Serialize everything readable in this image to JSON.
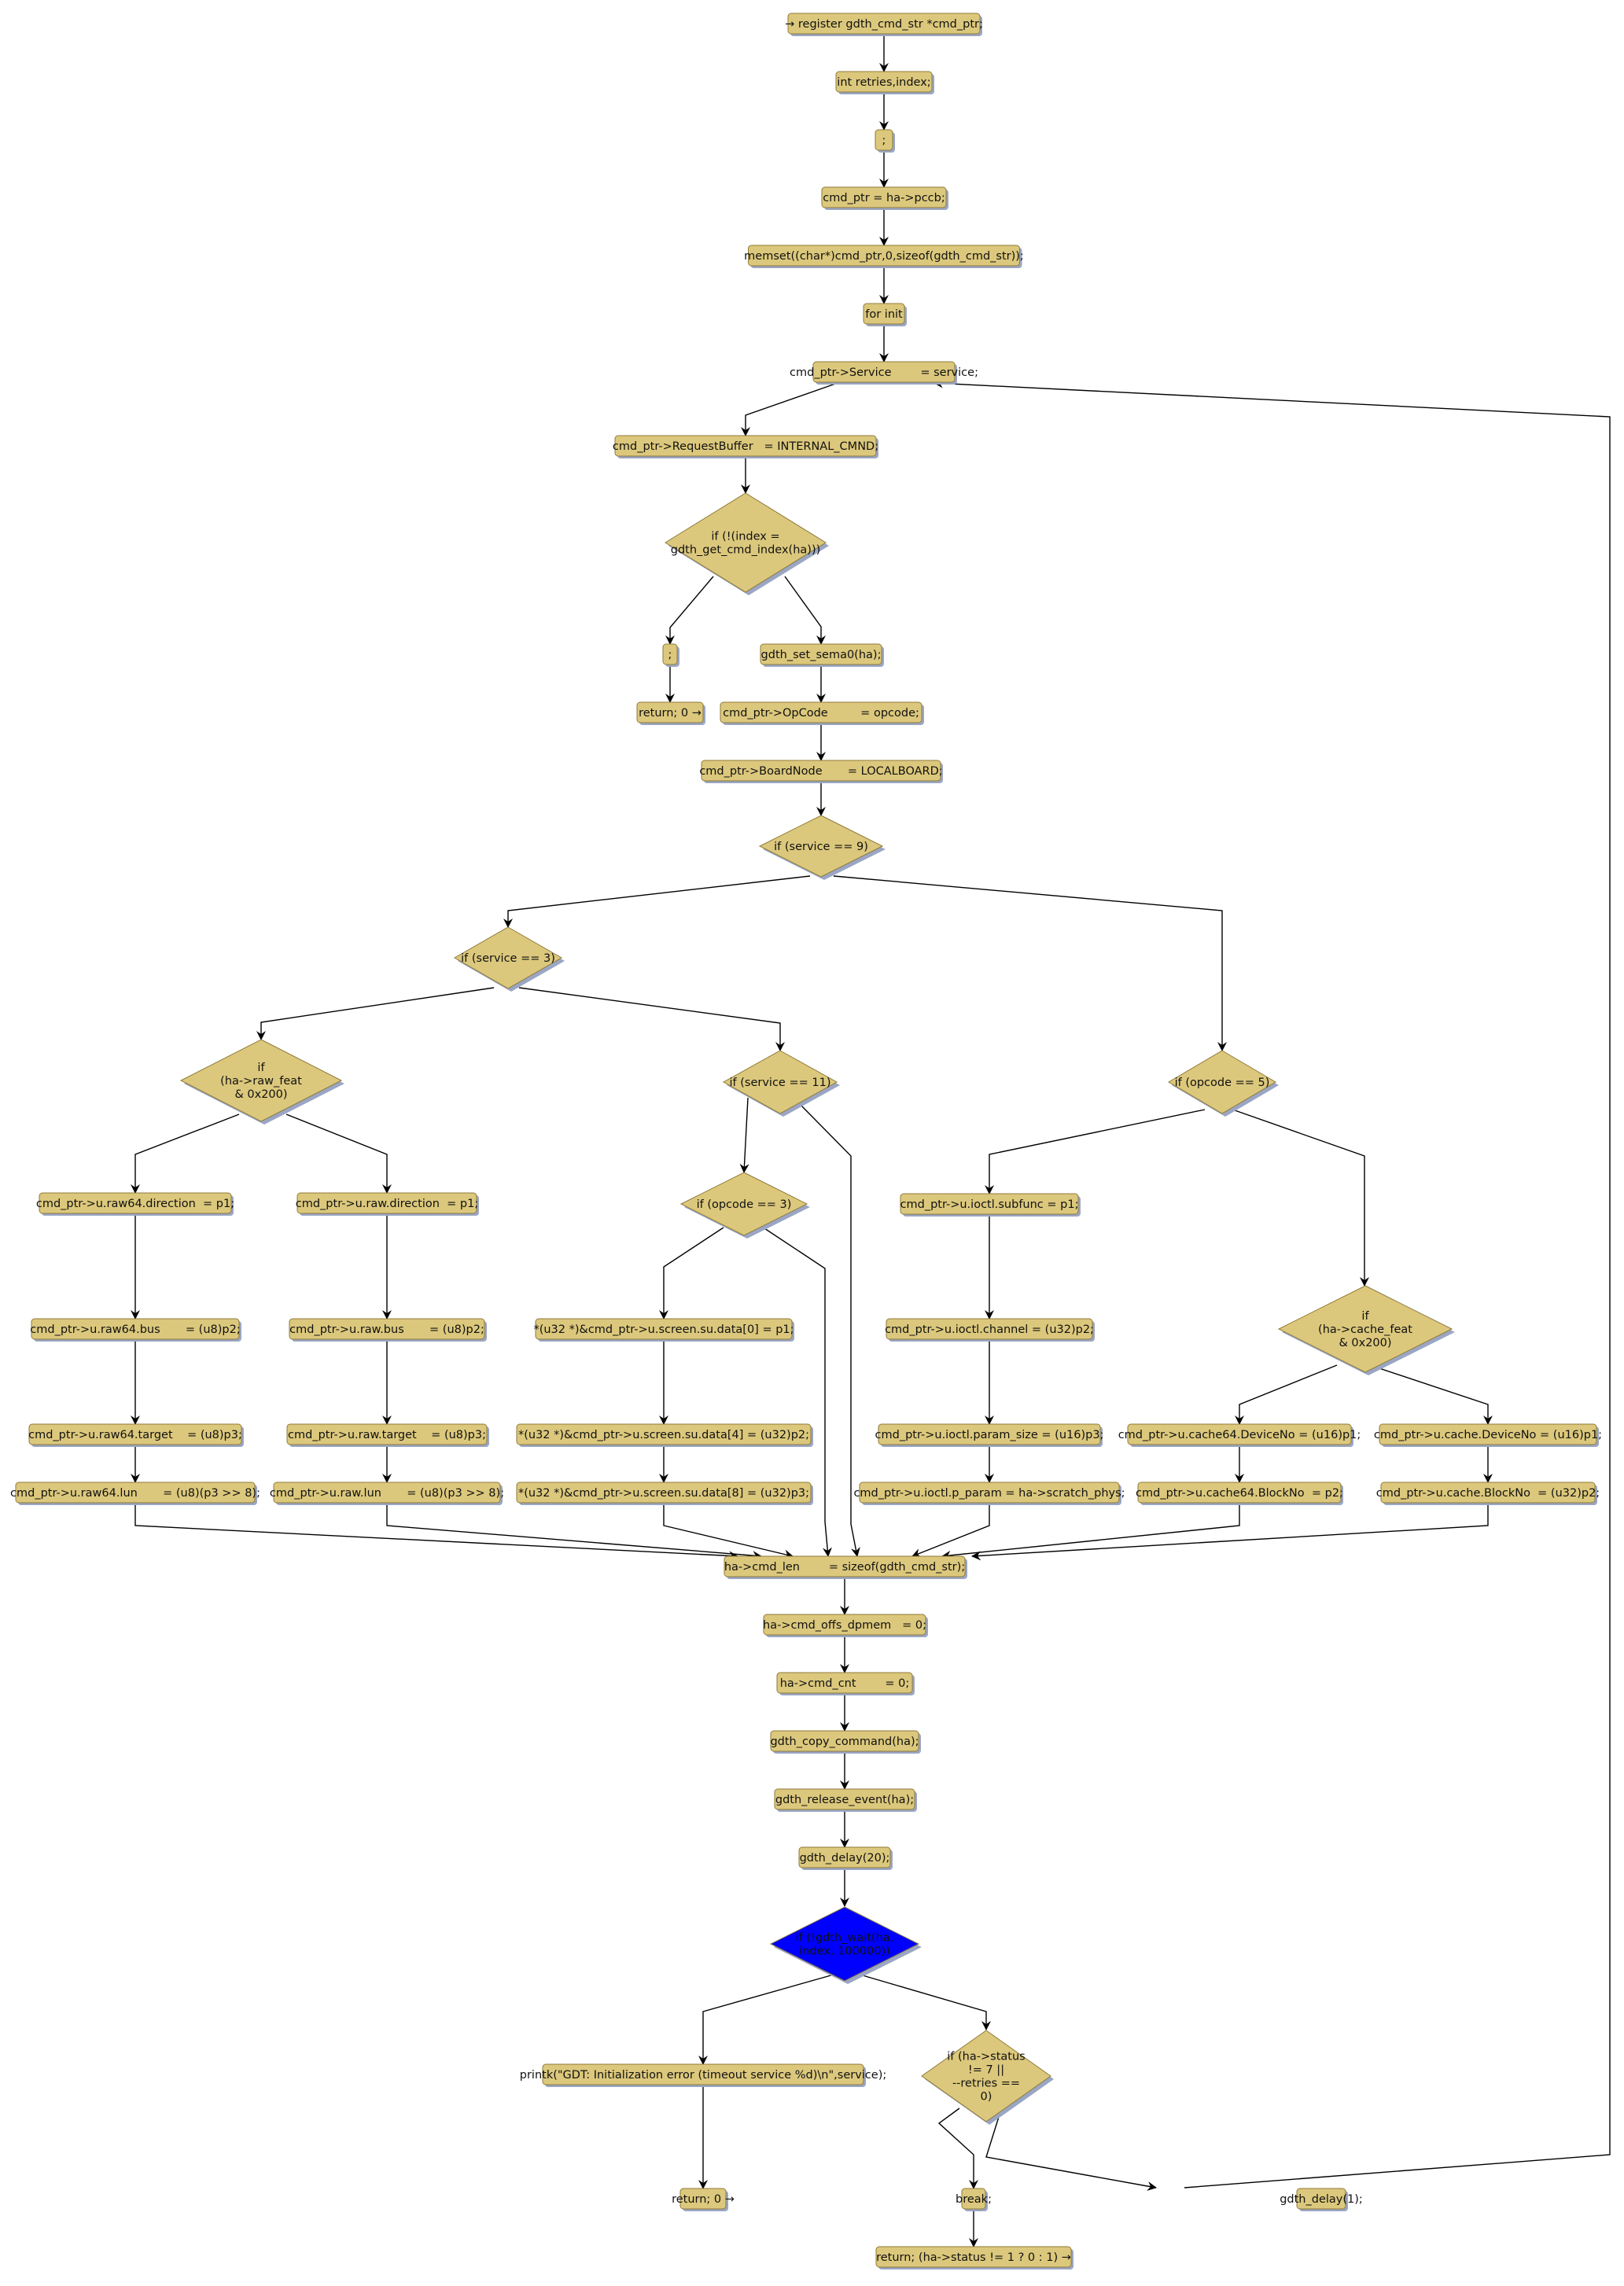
{
  "diagram": {
    "title": "gdth internal command flowchart",
    "colors": {
      "node_fill": "#dcc87c",
      "node_border": "#8f7a3a",
      "shadow": "#9aa6c4",
      "edge": "#000000",
      "highlight_fill": "#0000ff"
    },
    "nodes": [
      {
        "id": "n1",
        "type": "process",
        "lines": [
          "→ register gdth_cmd_str *cmd_ptr;"
        ]
      },
      {
        "id": "n2",
        "type": "process",
        "lines": [
          "int retries,index;"
        ]
      },
      {
        "id": "n3",
        "type": "process",
        "lines": [
          ";"
        ]
      },
      {
        "id": "n4",
        "type": "process",
        "lines": [
          "cmd_ptr = ha->pccb;"
        ]
      },
      {
        "id": "n5",
        "type": "process",
        "lines": [
          "memset((char*)cmd_ptr,0,sizeof(gdth_cmd_str));"
        ]
      },
      {
        "id": "n6",
        "type": "process",
        "lines": [
          "for init"
        ]
      },
      {
        "id": "n7",
        "type": "process",
        "lines": [
          "cmd_ptr->Service        = service;"
        ]
      },
      {
        "id": "n8",
        "type": "process",
        "lines": [
          "cmd_ptr->RequestBuffer   = INTERNAL_CMND;"
        ]
      },
      {
        "id": "d1",
        "type": "decision",
        "lines": [
          "if (!(index =",
          "gdth_get_cmd_index(ha)))"
        ]
      },
      {
        "id": "n9",
        "type": "process",
        "lines": [
          ";"
        ]
      },
      {
        "id": "n10",
        "type": "terminal",
        "lines": [
          "return; 0 →"
        ]
      },
      {
        "id": "n11",
        "type": "process",
        "lines": [
          "gdth_set_sema0(ha);"
        ]
      },
      {
        "id": "n12",
        "type": "process",
        "lines": [
          "cmd_ptr->OpCode         = opcode;"
        ]
      },
      {
        "id": "n13",
        "type": "process",
        "lines": [
          "cmd_ptr->BoardNode       = LOCALBOARD;"
        ]
      },
      {
        "id": "d2",
        "type": "decision",
        "lines": [
          "if (service == 9)"
        ]
      },
      {
        "id": "d3",
        "type": "decision",
        "lines": [
          "if (service == 3)"
        ]
      },
      {
        "id": "d4",
        "type": "decision",
        "lines": [
          "if",
          "(ha->raw_feat",
          "& 0x200)"
        ]
      },
      {
        "id": "n14",
        "type": "process",
        "lines": [
          "cmd_ptr->u.raw64.direction  = p1;"
        ]
      },
      {
        "id": "n15",
        "type": "process",
        "lines": [
          "cmd_ptr->u.raw64.bus       = (u8)p2;"
        ]
      },
      {
        "id": "n16",
        "type": "process",
        "lines": [
          "cmd_ptr->u.raw64.target    = (u8)p3;"
        ]
      },
      {
        "id": "n17",
        "type": "process",
        "lines": [
          "cmd_ptr->u.raw64.lun       = (u8)(p3 >> 8);"
        ]
      },
      {
        "id": "n18",
        "type": "process",
        "lines": [
          "cmd_ptr->u.raw.direction  = p1;"
        ]
      },
      {
        "id": "n19",
        "type": "process",
        "lines": [
          "cmd_ptr->u.raw.bus       = (u8)p2;"
        ]
      },
      {
        "id": "n20",
        "type": "process",
        "lines": [
          "cmd_ptr->u.raw.target    = (u8)p3;"
        ]
      },
      {
        "id": "n21",
        "type": "process",
        "lines": [
          "cmd_ptr->u.raw.lun       = (u8)(p3 >> 8);"
        ]
      },
      {
        "id": "d5",
        "type": "decision",
        "lines": [
          "if (service == 11)"
        ]
      },
      {
        "id": "d6",
        "type": "decision",
        "lines": [
          "if (opcode == 3)"
        ]
      },
      {
        "id": "n22",
        "type": "process",
        "lines": [
          "*(u32 *)&cmd_ptr->u.screen.su.data[0] = p1;"
        ]
      },
      {
        "id": "n23",
        "type": "process",
        "lines": [
          "*(u32 *)&cmd_ptr->u.screen.su.data[4] = (u32)p2;"
        ]
      },
      {
        "id": "n24",
        "type": "process",
        "lines": [
          "*(u32 *)&cmd_ptr->u.screen.su.data[8] = (u32)p3;"
        ]
      },
      {
        "id": "d7",
        "type": "decision",
        "lines": [
          "if (opcode == 5)"
        ]
      },
      {
        "id": "n25",
        "type": "process",
        "lines": [
          "cmd_ptr->u.ioctl.subfunc = p1;"
        ]
      },
      {
        "id": "n26",
        "type": "process",
        "lines": [
          "cmd_ptr->u.ioctl.channel = (u32)p2;"
        ]
      },
      {
        "id": "n27",
        "type": "process",
        "lines": [
          "cmd_ptr->u.ioctl.param_size = (u16)p3;"
        ]
      },
      {
        "id": "n28",
        "type": "process",
        "lines": [
          "cmd_ptr->u.ioctl.p_param = ha->scratch_phys;"
        ]
      },
      {
        "id": "d8",
        "type": "decision",
        "lines": [
          "if",
          "(ha->cache_feat",
          "& 0x200)"
        ]
      },
      {
        "id": "n29",
        "type": "process",
        "lines": [
          "cmd_ptr->u.cache64.DeviceNo = (u16)p1;"
        ]
      },
      {
        "id": "n30",
        "type": "process",
        "lines": [
          "cmd_ptr->u.cache64.BlockNo  = p2;"
        ]
      },
      {
        "id": "n31",
        "type": "process",
        "lines": [
          "cmd_ptr->u.cache.DeviceNo = (u16)p1;"
        ]
      },
      {
        "id": "n32",
        "type": "process",
        "lines": [
          "cmd_ptr->u.cache.BlockNo  = (u32)p2;"
        ]
      },
      {
        "id": "n33",
        "type": "process",
        "lines": [
          "ha->cmd_len        = sizeof(gdth_cmd_str);"
        ]
      },
      {
        "id": "n34",
        "type": "process",
        "lines": [
          "ha->cmd_offs_dpmem   = 0;"
        ]
      },
      {
        "id": "n35",
        "type": "process",
        "lines": [
          "ha->cmd_cnt        = 0;"
        ]
      },
      {
        "id": "n36",
        "type": "process",
        "lines": [
          "gdth_copy_command(ha);"
        ]
      },
      {
        "id": "n37",
        "type": "process",
        "lines": [
          "gdth_release_event(ha);"
        ]
      },
      {
        "id": "n38",
        "type": "process",
        "lines": [
          "gdth_delay(20);"
        ]
      },
      {
        "id": "d9",
        "type": "decision",
        "highlighted": true,
        "lines": [
          "if (!gdth_wait(ha,",
          "index, 100000))"
        ]
      },
      {
        "id": "n39",
        "type": "process",
        "lines": [
          "printk(\"GDT: Initialization error (timeout service %d)\\n\",service);"
        ]
      },
      {
        "id": "n40",
        "type": "terminal",
        "lines": [
          "return; 0 →"
        ]
      },
      {
        "id": "d10",
        "type": "decision",
        "lines": [
          "if (ha->status",
          "!= 7 ||",
          "--retries ==",
          "0)"
        ]
      },
      {
        "id": "n41",
        "type": "process",
        "lines": [
          "break;"
        ]
      },
      {
        "id": "n42",
        "type": "terminal",
        "lines": [
          "return; (ha->status != 1 ? 0 : 1) →"
        ]
      },
      {
        "id": "n43",
        "type": "process",
        "lines": [
          "gdth_delay(1);"
        ]
      }
    ],
    "edges": [
      [
        "n1",
        "n2"
      ],
      [
        "n2",
        "n3"
      ],
      [
        "n3",
        "n4"
      ],
      [
        "n4",
        "n5"
      ],
      [
        "n5",
        "n6"
      ],
      [
        "n6",
        "n7"
      ],
      [
        "n7",
        "n8"
      ],
      [
        "n8",
        "d1"
      ],
      [
        "d1",
        "n9"
      ],
      [
        "d1",
        "n11"
      ],
      [
        "n9",
        "n10"
      ],
      [
        "n11",
        "n12"
      ],
      [
        "n12",
        "n13"
      ],
      [
        "n13",
        "d2"
      ],
      [
        "d2",
        "d3"
      ],
      [
        "d2",
        "d7"
      ],
      [
        "d3",
        "d4"
      ],
      [
        "d3",
        "d5"
      ],
      [
        "d4",
        "n14"
      ],
      [
        "d4",
        "n18"
      ],
      [
        "n14",
        "n15"
      ],
      [
        "n15",
        "n16"
      ],
      [
        "n16",
        "n17"
      ],
      [
        "n18",
        "n19"
      ],
      [
        "n19",
        "n20"
      ],
      [
        "n20",
        "n21"
      ],
      [
        "d5",
        "d6"
      ],
      [
        "d5",
        "n33"
      ],
      [
        "d6",
        "n22"
      ],
      [
        "d6",
        "n33"
      ],
      [
        "n22",
        "n23"
      ],
      [
        "n23",
        "n24"
      ],
      [
        "d7",
        "n25"
      ],
      [
        "d7",
        "d8"
      ],
      [
        "n25",
        "n26"
      ],
      [
        "n26",
        "n27"
      ],
      [
        "n27",
        "n28"
      ],
      [
        "d8",
        "n29"
      ],
      [
        "d8",
        "n31"
      ],
      [
        "n29",
        "n30"
      ],
      [
        "n31",
        "n32"
      ],
      [
        "n17",
        "n33"
      ],
      [
        "n21",
        "n33"
      ],
      [
        "n24",
        "n33"
      ],
      [
        "n28",
        "n33"
      ],
      [
        "n30",
        "n33"
      ],
      [
        "n32",
        "n33"
      ],
      [
        "n33",
        "n34"
      ],
      [
        "n34",
        "n35"
      ],
      [
        "n35",
        "n36"
      ],
      [
        "n36",
        "n37"
      ],
      [
        "n37",
        "n38"
      ],
      [
        "n38",
        "d9"
      ],
      [
        "d9",
        "n39"
      ],
      [
        "d9",
        "d10"
      ],
      [
        "n39",
        "n40"
      ],
      [
        "d10",
        "n41"
      ],
      [
        "d10",
        "n43"
      ],
      [
        "n41",
        "n42"
      ],
      [
        "n43",
        "n7"
      ]
    ]
  }
}
